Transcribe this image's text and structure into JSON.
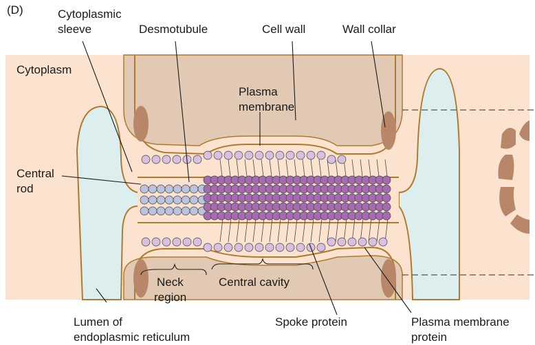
{
  "panel_label": "(D)",
  "labels": {
    "cytoplasmic_sleeve": [
      "Cytoplasmic",
      "sleeve"
    ],
    "desmotubule": "Desmotubule",
    "cell_wall": "Cell wall",
    "wall_collar": "Wall collar",
    "cytoplasm": "Cytoplasm",
    "plasma_membrane": [
      "Plasma",
      "membrane"
    ],
    "central_rod": [
      "Central",
      "rod"
    ],
    "neck_region": [
      "Neck",
      "region"
    ],
    "central_cavity": "Central cavity",
    "lumen_er": [
      "Lumen of",
      "endoplasmic reticulum"
    ],
    "spoke_protein": "Spoke protein",
    "pm_protein": [
      "Plasma membrane",
      "protein"
    ]
  },
  "colors": {
    "cytoplasm": "#fbe3cf",
    "cell_wall": "#e1c9b3",
    "wall_collar": "#b8876a",
    "er_lumen": "#dcefee",
    "membrane": "#b07a2e",
    "particle": "#d9bfe0",
    "desmotubule_protein": "#a56ab0",
    "central_rod": "#bcc3dd"
  }
}
